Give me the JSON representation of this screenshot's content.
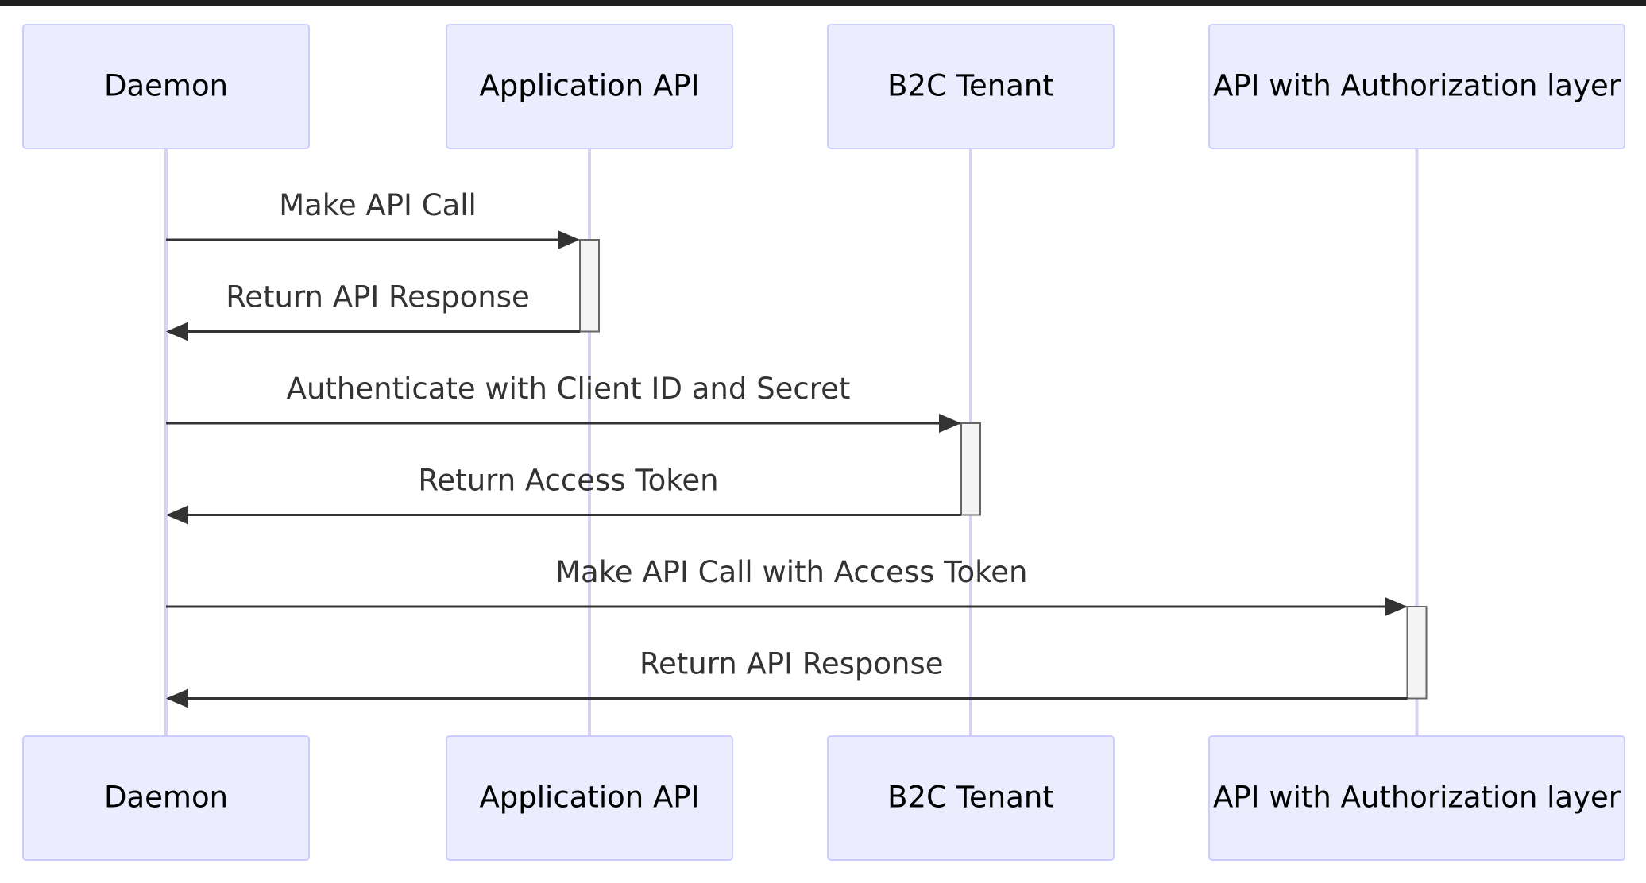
{
  "participants": [
    {
      "id": "daemon",
      "label": "Daemon"
    },
    {
      "id": "app_api",
      "label": "Application API"
    },
    {
      "id": "b2c",
      "label": "B2C Tenant"
    },
    {
      "id": "authz_api",
      "label": "API with Authorization layer"
    }
  ],
  "messages": [
    {
      "from": "daemon",
      "to": "app_api",
      "text": "Make API Call",
      "kind": "request"
    },
    {
      "from": "app_api",
      "to": "daemon",
      "text": "Return API Response",
      "kind": "response"
    },
    {
      "from": "daemon",
      "to": "b2c",
      "text": "Authenticate with Client ID and Secret",
      "kind": "request"
    },
    {
      "from": "b2c",
      "to": "daemon",
      "text": "Return Access Token",
      "kind": "response"
    },
    {
      "from": "daemon",
      "to": "authz_api",
      "text": "Make API Call with Access Token",
      "kind": "request"
    },
    {
      "from": "authz_api",
      "to": "daemon",
      "text": "Return API Response",
      "kind": "response"
    }
  ],
  "colors": {
    "actor_fill": "#ECECFF",
    "actor_stroke": "#CCCCFF",
    "lifeline": "#D9D0F2",
    "arrow": "#333333",
    "activation_fill": "#F4F4F4",
    "activation_stroke": "#666666",
    "text": "#000000",
    "message_text": "#333333",
    "top_bar": "#1F1F1F"
  }
}
